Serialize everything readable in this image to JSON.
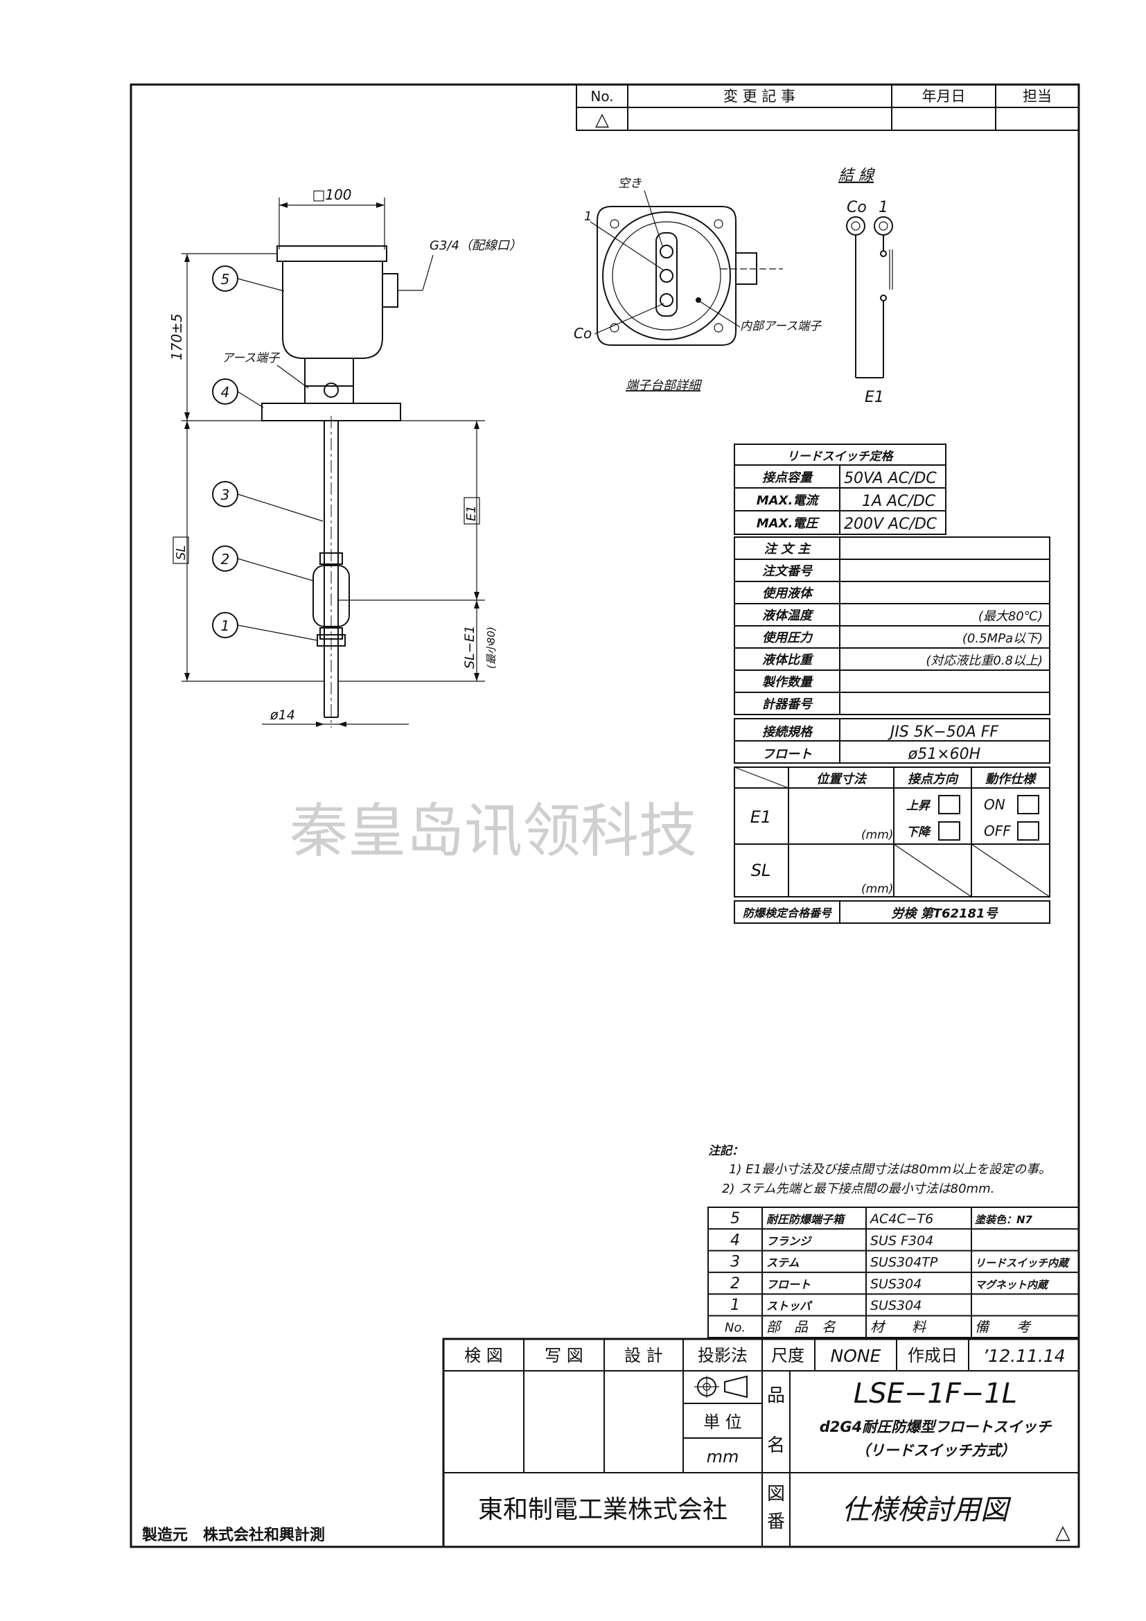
{
  "revision_table": {
    "headers": [
      "No.",
      "変 更 記 事",
      "年月日",
      "担当"
    ],
    "first_row_mark": "△"
  },
  "main_view": {
    "top_dim": "□100",
    "conduit_label": "G3/4（配線口）",
    "height_dim": "170±5",
    "earth_label": "アース端子",
    "sl_label": "SL",
    "e1_label": "E1",
    "sl_e1_label": "SL−E1",
    "sl_e1_note": "(最小80)",
    "stem_dia": "ø14",
    "balloons": [
      "5",
      "4",
      "3",
      "2",
      "1"
    ]
  },
  "terminal_detail": {
    "caption": "端子台部詳細",
    "empty_label": "空き",
    "one_label": "1",
    "co_label": "Co",
    "inner_earth_label": "内部アース端子"
  },
  "wiring": {
    "title": "結 線",
    "co": "Co",
    "one": "1",
    "e1": "E1"
  },
  "reed_switch_spec": {
    "title": "リードスイッチ定格",
    "rows": [
      {
        "label": "接点容量",
        "value": "50VA AC/DC"
      },
      {
        "label": "MAX.電流",
        "value": "1A AC/DC"
      },
      {
        "label": "MAX.電圧",
        "value": "200V AC/DC"
      }
    ]
  },
  "order_info": {
    "rows": [
      {
        "label": "注 文 主",
        "value": ""
      },
      {
        "label": "注文番号",
        "value": ""
      },
      {
        "label": "使用液体",
        "value": ""
      },
      {
        "label": "液体温度",
        "value": "(最大80℃)"
      },
      {
        "label": "使用圧力",
        "value": "(0.5MPa以下)"
      },
      {
        "label": "液体比重",
        "value": "(対応液比重0.8以上)"
      },
      {
        "label": "製作数量",
        "value": ""
      },
      {
        "label": "計器番号",
        "value": ""
      }
    ]
  },
  "connection": {
    "rows": [
      {
        "label": "接続規格",
        "value": "JIS 5K−50A FF"
      },
      {
        "label": "フロート",
        "value": "ø51×60H"
      }
    ]
  },
  "position_table": {
    "headers": [
      "位置寸法",
      "接点方向",
      "動作仕様"
    ],
    "rows": [
      {
        "label": "E1",
        "unit": "(mm)",
        "dir_up": "上昇",
        "dir_down": "下降",
        "op_on": "ON",
        "op_off": "OFF"
      },
      {
        "label": "SL",
        "unit": "(mm)"
      }
    ]
  },
  "certification": {
    "label": "防爆検定合格番号",
    "value": "労検 第T62181号"
  },
  "notes": {
    "title": "注記：",
    "items": [
      "1) E1最小寸法及び接点間寸法は80mm以上を設定の事。",
      "2) ステム先端と最下接点間の最小寸法は80mm."
    ]
  },
  "parts_list": {
    "rows": [
      {
        "no": "5",
        "name": "耐圧防爆端子箱",
        "material": "AC4C−T6",
        "note": "塗装色：N7"
      },
      {
        "no": "4",
        "name": "フランジ",
        "material": "SUS F304",
        "note": ""
      },
      {
        "no": "3",
        "name": "ステム",
        "material": "SUS304TP",
        "note": "リードスイッチ内蔵"
      },
      {
        "no": "2",
        "name": "フロート",
        "material": "SUS304",
        "note": "マグネット内蔵"
      },
      {
        "no": "1",
        "name": "ストッパ",
        "material": "SUS304",
        "note": ""
      }
    ],
    "headers": [
      "No.",
      "部　品　名",
      "材　　料",
      "備　　考"
    ]
  },
  "title_block": {
    "check_labels": [
      "検 図",
      "写 図",
      "設 計"
    ],
    "projection_label": "投影法",
    "scale_label": "尺度",
    "scale_value": "NONE",
    "date_label": "作成日",
    "date_value": "’12.11.14",
    "unit_label": "単 位",
    "unit_value": "mm",
    "product_label_1": "品",
    "product_label_2": "名",
    "model": "LSE−1F−1L",
    "product_name_1": "d2G4耐圧防爆型フロートスイッチ",
    "product_name_2": "（リードスイッチ方式）",
    "company": "東和制電工業株式会社",
    "drawing_label_1": "図",
    "drawing_label_2": "番",
    "drawing_no": "仕様検討用図",
    "rev_mark": "△"
  },
  "manufacturer": "製造元　株式会社和興計測",
  "watermark": "秦皇岛讯领科技"
}
